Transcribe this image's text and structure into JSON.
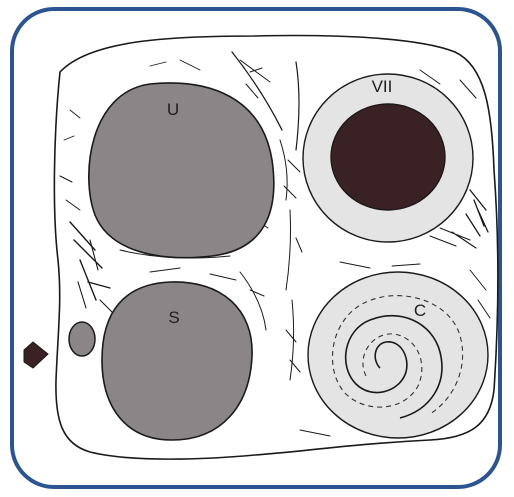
{
  "labels": {
    "superior_region": "U",
    "inferior_region": "S",
    "nerve_region": "VII",
    "coil_region": "C"
  },
  "colors": {
    "frame_border": "#2b5490",
    "gray_fill": "#8a8687",
    "dark_fill": "#3a2124",
    "light_fill": "#e4e4e4",
    "arrow_fill": "#3a2124",
    "stroke": "#1a1a1a"
  },
  "icons": {
    "pointer": "arrow-right-icon"
  }
}
